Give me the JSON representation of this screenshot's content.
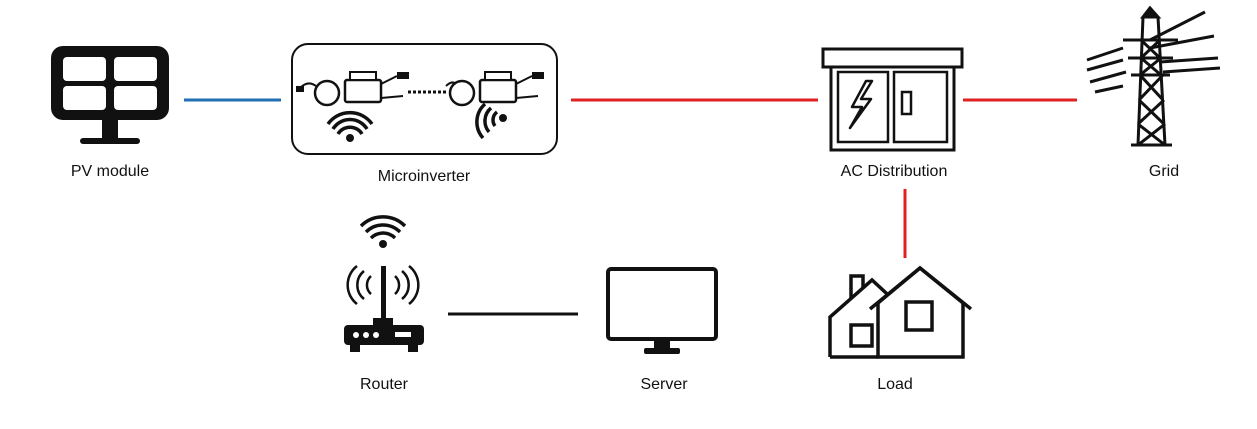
{
  "labels": {
    "pv_module": "PV module",
    "microinverter": "Microinverter",
    "ac_distribution": "AC Distribution",
    "grid": "Grid",
    "router": "Router",
    "server": "Server",
    "load": "Load"
  },
  "colors": {
    "dc_line": "#1f6fb2",
    "ac_line": "#e02020",
    "data_line": "#111111",
    "icon": "#111111"
  },
  "icons": {
    "pv_module": "solar-panel-icon",
    "microinverter": "microinverter-icon",
    "ac_distribution": "distribution-cabinet-icon",
    "grid": "transmission-tower-icon",
    "router": "router-icon",
    "server": "monitor-icon",
    "load": "houses-icon"
  }
}
